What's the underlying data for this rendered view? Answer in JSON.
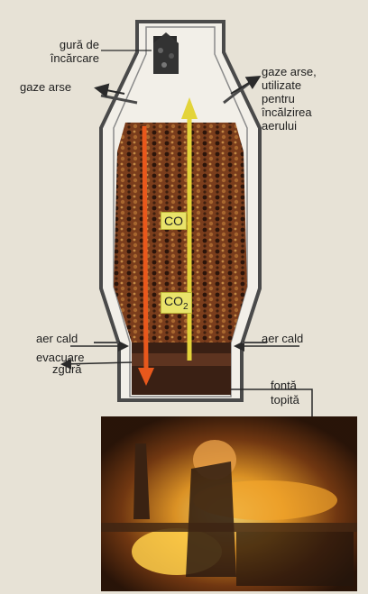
{
  "labels": {
    "charging_mouth": [
      "gură de",
      "încărcare"
    ],
    "exhaust_left": "gaze arse",
    "exhaust_right": [
      "gaze arse,",
      "utilizate",
      "pentru",
      "încălzirea",
      "aerului"
    ],
    "hot_air_left": "aer cald",
    "hot_air_right": "aer cald",
    "slag": [
      "evacuare",
      "zgură"
    ],
    "molten_iron": [
      "fontă",
      "topită"
    ]
  },
  "gases": {
    "co": "CO",
    "co2_base": "CO",
    "co2_sub": "2"
  },
  "colors": {
    "furnace_outline": "#4a4a4a",
    "charge": "#7a3d1c",
    "flow_down": "#e8581c",
    "flow_up": "#e3d43a",
    "gas_tag": "#e9e36a",
    "background": "#e7e2d6"
  }
}
